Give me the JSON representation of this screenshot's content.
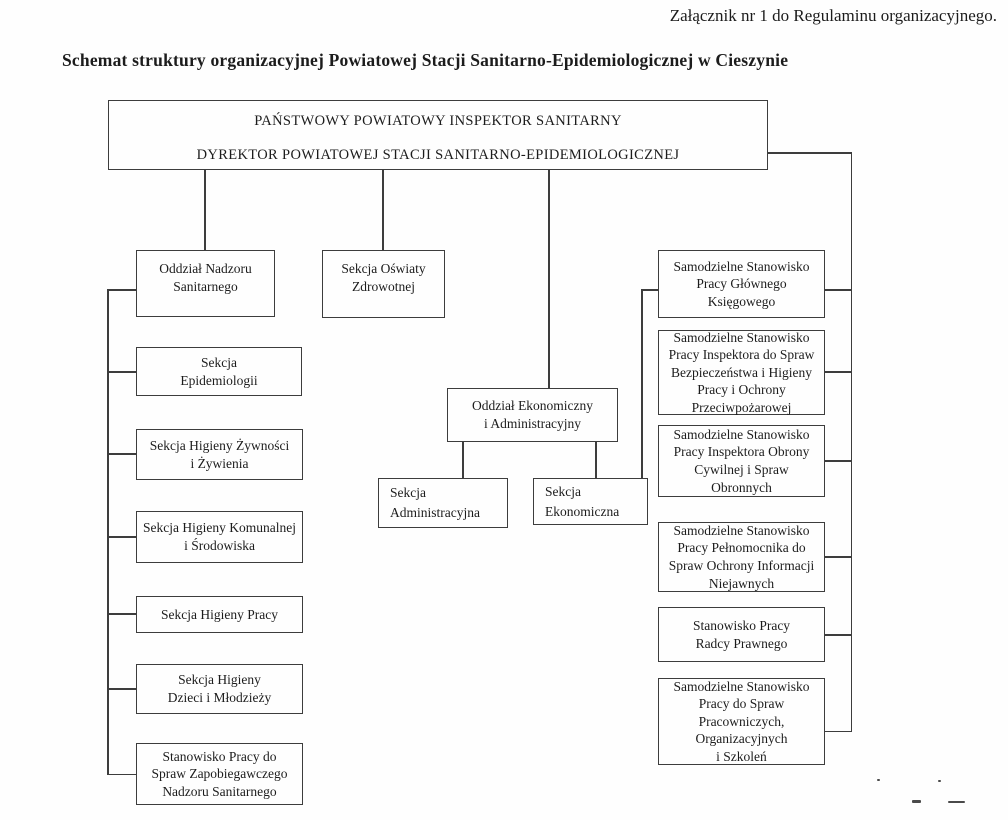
{
  "page": {
    "attachment_note": "Załącznik nr 1 do Regulaminu organizacyjnego.",
    "title": "Schemat struktury organizacyjnej Powiatowej Stacji Sanitarno-Epidemiologicznej w Cieszynie"
  },
  "org_chart": {
    "root": {
      "line1": "PAŃSTWOWY POWIATOWY INSPEKTOR SANITARNY",
      "line2": "DYREKTOR POWIATOWEJ STACJI SANITARNO-EPIDEMIOLOGICZNEJ"
    },
    "left_branch": {
      "head": "Oddział Nadzoru\nSanitarnego",
      "sections": [
        "Sekcja\nEpidemiologii",
        "Sekcja Higieny Żywności\ni Żywienia",
        "Sekcja Higieny Komunalnej\ni Środowiska",
        "Sekcja Higieny Pracy",
        "Sekcja Higieny\nDzieci i Młodzieży",
        "Stanowisko Pracy do\nSpraw Zapobiegawczego\nNadzoru Sanitarnego"
      ]
    },
    "middle_branch": {
      "education": "Sekcja Oświaty\nZdrowotnej",
      "econ_admin": "Oddział Ekonomiczny\ni Administracyjny",
      "admin_section": "Sekcja\nAdministracyjna",
      "econ_section": "Sekcja\nEkonomiczna"
    },
    "right_branch": [
      "Samodzielne Stanowisko\nPracy Głównego\nKsięgowego",
      "Samodzielne Stanowisko\nPracy Inspektora do Spraw\nBezpieczeństwa i Higieny\nPracy i Ochrony\nPrzeciwpożarowej",
      "Samodzielne Stanowisko\nPracy Inspektora Obrony\nCywilnej i Spraw\nObronnych",
      "Samodzielne Stanowisko\nPracy Pełnomocnika do\nSpraw Ochrony Informacji\nNiejawnych",
      "Stanowisko Pracy\nRadcy Prawnego",
      "Samodzielne Stanowisko\nPracy do Spraw\nPracowniczych,\nOrganizacyjnych\ni Szkoleń"
    ]
  },
  "colors": {
    "ink": "#1c1c1c",
    "line": "#3d3d3d",
    "paper": "#fefefe"
  }
}
